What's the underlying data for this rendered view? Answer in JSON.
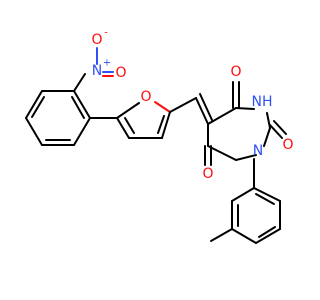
{
  "colors": {
    "carbon": "#000000",
    "oxygen": "#ff0d0d",
    "nitrogen": "#3050f8",
    "hydrogen": "#3050f8"
  },
  "atoms": {
    "n_nitro": "N",
    "n_nitro_charge": "+",
    "o_nitro_top": "O",
    "o_nitro_top_charge": "-",
    "o_nitro_right": "O",
    "o_furan": "O",
    "o_c4": "O",
    "nh_ring": "NH",
    "o_c2": "O",
    "o_c6": "O",
    "n_ring": "N"
  }
}
